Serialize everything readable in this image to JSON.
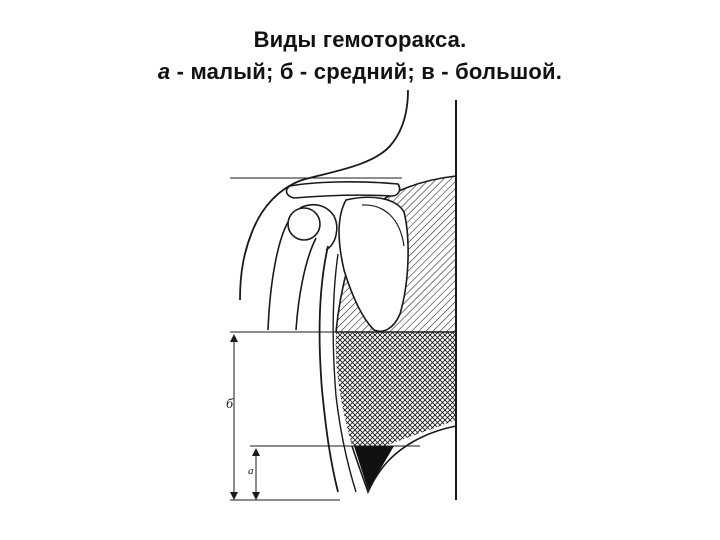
{
  "title": {
    "line1": "Виды гемоторакса.",
    "line2": {
      "a_letter": "а",
      "a_text": " - малый; ",
      "b_letter": "б",
      "b_text": " - средний; ",
      "c_letter": "в",
      "c_text": " - большой."
    }
  },
  "figure": {
    "label_b": "б",
    "label_a": "а",
    "colors": {
      "line": "#1a1a1a",
      "fill_small": "#111111",
      "background": "#ffffff"
    }
  }
}
